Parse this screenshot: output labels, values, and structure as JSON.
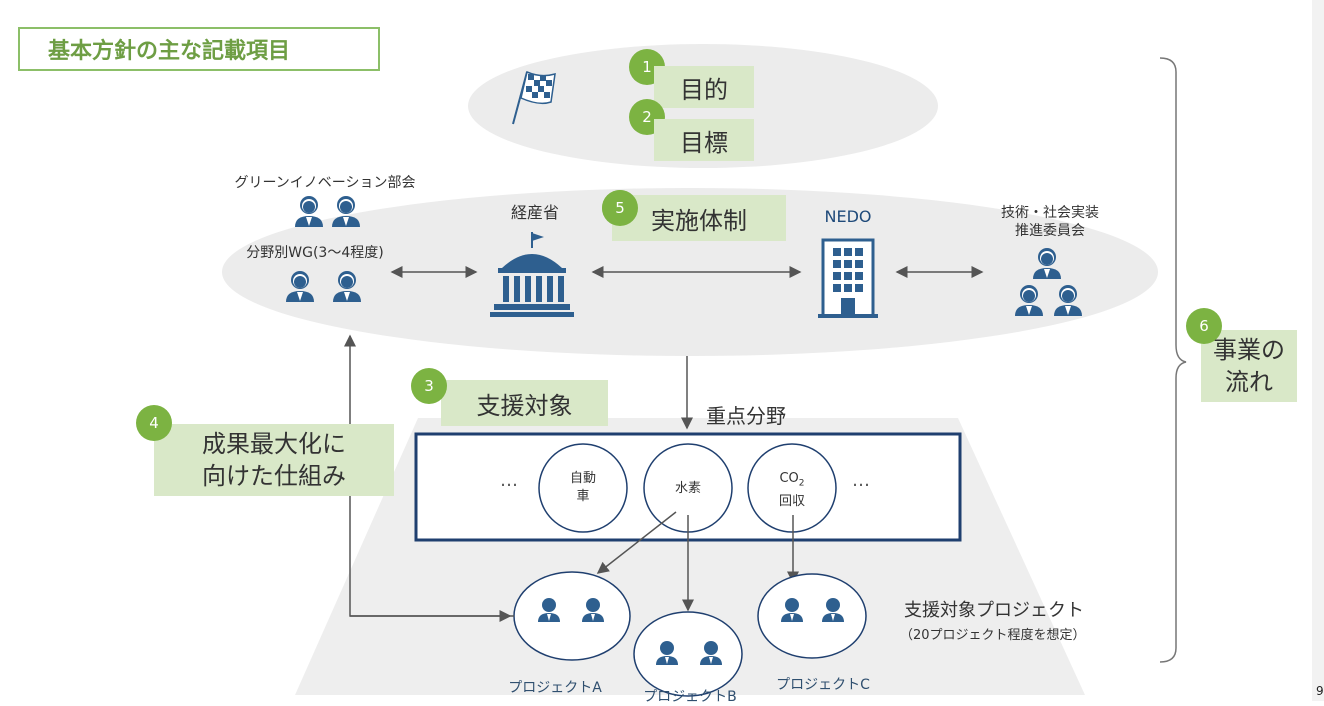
{
  "title": "基本方針の主な記載項目",
  "badges": {
    "b1": "1",
    "b2": "2",
    "b3": "3",
    "b4": "4",
    "b5": "5",
    "b6": "6"
  },
  "top": {
    "purpose": "目的",
    "goal": "目標"
  },
  "structure": {
    "label": "実施体制",
    "green_council": "グリーンイノベーション部会",
    "wg": "分野別WG(3～4程度)",
    "meti": "経産省",
    "nedo": "NEDO",
    "committee_line1": "技術・社会実装",
    "committee_line2": "推進委員会"
  },
  "support": {
    "label": "支援対象",
    "focus": "重点分野"
  },
  "mechanism": {
    "line1": "成果最大化に",
    "line2": "向けた仕組み"
  },
  "flow": {
    "line1": "事業の",
    "line2": "流れ"
  },
  "fields": {
    "ellipsis_left": "…",
    "auto_line1": "自動",
    "auto_line2": "車",
    "hydrogen": "水素",
    "co2_main": "CO",
    "co2_sub": "2",
    "co2_line2": "回収",
    "ellipsis_right": "…"
  },
  "projects": {
    "a": "プロジェクトA",
    "b": "プロジェクトB",
    "c": "プロジェクトC",
    "target_title": "支援対象プロジェクト",
    "target_note": "（20プロジェクト程度を想定）"
  },
  "page_number": "9",
  "colors": {
    "accent_green": "#7cb342",
    "label_bg": "#d9e8c8",
    "navy": "#1f3f6f",
    "ellipse_gray": "#ededed",
    "icon_blue": "#2e5f8f"
  }
}
